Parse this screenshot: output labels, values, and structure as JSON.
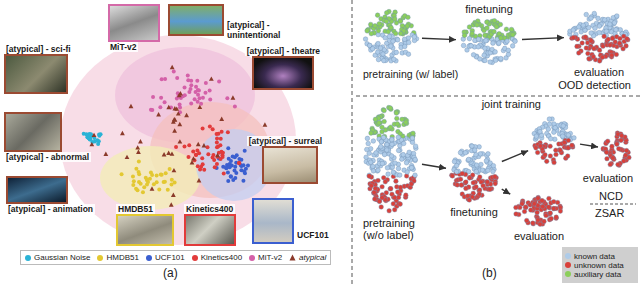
{
  "diagram": {
    "nodes": [
      {
        "text": [
          "[atypical] - sci-fi"
        ]
      },
      {
        "text": [
          "MiT-v2"
        ]
      },
      {
        "text": [
          "[atypical] - unintentional"
        ]
      },
      {
        "text": [
          "[atypical] - theatre"
        ]
      },
      {
        "text": [
          "[atypical] - abnormal"
        ]
      },
      {
        "text": [
          "[atypical] - surreal"
        ]
      },
      {
        "text": [
          "[atypical] - animation"
        ]
      },
      {
        "text": [
          "HMDB51"
        ]
      },
      {
        "text": [
          "Kinetics400"
        ]
      },
      {
        "text": [
          "UCF101"
        ]
      },
      {
        "text": [
          "pretraining (w/ label)"
        ]
      },
      {
        "text": [
          "finetuning"
        ]
      },
      {
        "text": [
          "evaluation",
          "OOD detection"
        ]
      },
      {
        "text": [
          "pretraining (w/o label)"
        ]
      },
      {
        "text": [
          "finetuning"
        ]
      },
      {
        "text": [
          "joint training"
        ]
      },
      {
        "text": [
          "evaluation"
        ]
      },
      {
        "text": [
          "evaluation"
        ]
      }
    ],
    "edges": [
      {
        "from": 10,
        "to": 11,
        "arrow": "to"
      },
      {
        "from": 11,
        "to": 12,
        "arrow": "to"
      },
      {
        "from": 13,
        "to": 14,
        "arrow": "to"
      },
      {
        "from": 14,
        "to": 15,
        "arrow": "to"
      },
      {
        "from": 15,
        "to": 16,
        "arrow": "to"
      },
      {
        "from": 14,
        "to": 17,
        "arrow": "to"
      }
    ],
    "labels": [
      "(a)",
      "(b)",
      "NCD",
      "ZSAR"
    ],
    "legend": [
      {
        "text": "Gaussian Noise",
        "color": "#2ab3d6"
      },
      {
        "text": "HMDB51",
        "color": "#e3c832"
      },
      {
        "text": "UCF101",
        "color": "#3b5fd0"
      },
      {
        "text": "Kinetics400",
        "color": "#e23b3b"
      },
      {
        "text": "MiT-v2",
        "color": "#d460a8"
      },
      {
        "text": "atypical"
      },
      {
        "text": "known data",
        "color": "#aecbe8"
      },
      {
        "text": "unknown data",
        "color": "#d9403a"
      },
      {
        "text": "auxiliary data",
        "color": "#8ccf5b"
      }
    ]
  }
}
